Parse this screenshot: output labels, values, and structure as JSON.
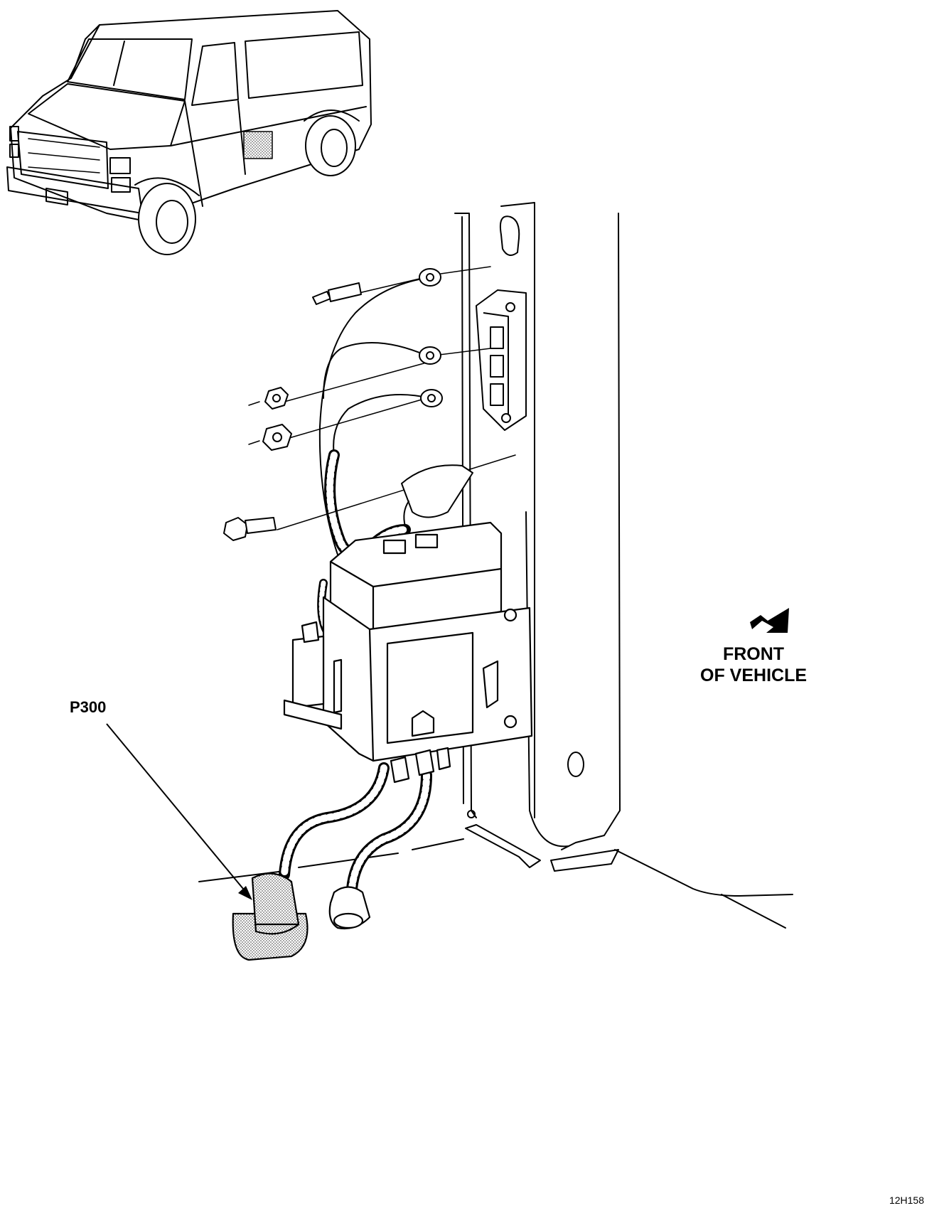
{
  "labels": {
    "connector": "P300",
    "direction_line1": "FRONT",
    "direction_line2": "OF VEHICLE",
    "figure_id": "12H158"
  },
  "colors": {
    "ink": "#000000",
    "paper": "#ffffff",
    "shading": "#bdbdbd"
  }
}
